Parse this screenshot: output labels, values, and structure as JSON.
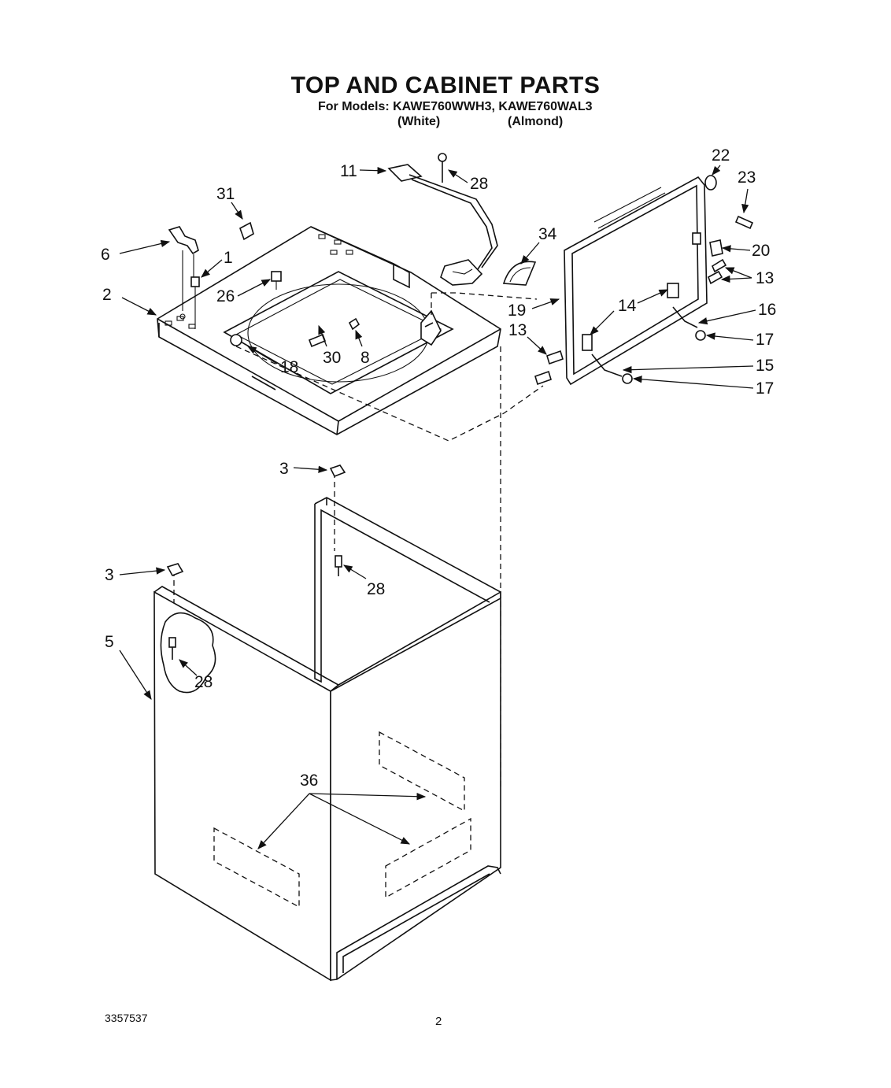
{
  "header": {
    "title": "TOP AND CABINET PARTS",
    "models_line": "For Models: KAWE760WWH3, KAWE760WAL3",
    "color_white": "(White)",
    "color_almond": "(Almond)"
  },
  "footer": {
    "doc_number": "3357537",
    "page_number": "2"
  },
  "callouts": [
    "31",
    "6",
    "1",
    "2",
    "26",
    "18",
    "30",
    "8",
    "11",
    "28",
    "34",
    "19",
    "22",
    "23",
    "20",
    "13",
    "14",
    "16",
    "17",
    "15",
    "3",
    "5",
    "36"
  ]
}
